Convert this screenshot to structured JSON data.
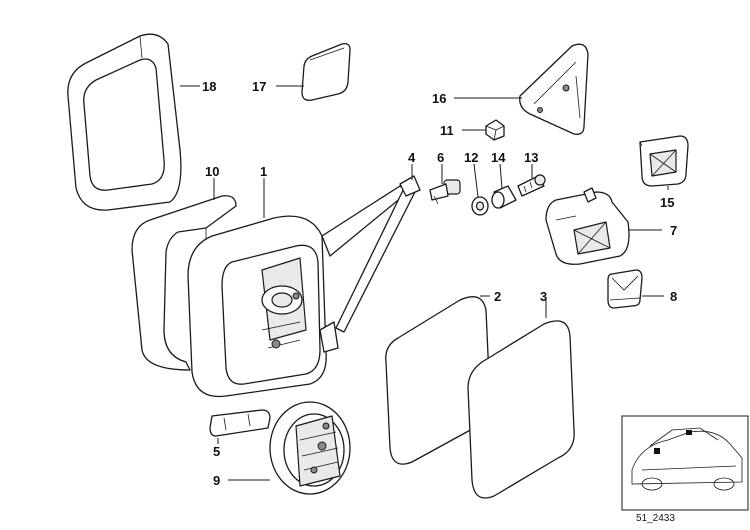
{
  "callouts": {
    "c1": "1",
    "c2": "2",
    "c3": "3",
    "c4": "4",
    "c5": "5",
    "c6": "6",
    "c7": "7",
    "c8": "8",
    "c9": "9",
    "c10": "10",
    "c11": "11",
    "c12": "12",
    "c13": "13",
    "c14": "14",
    "c15": "15",
    "c16": "16",
    "c17": "17",
    "c18": "18"
  },
  "diagram_code": "51_2433"
}
